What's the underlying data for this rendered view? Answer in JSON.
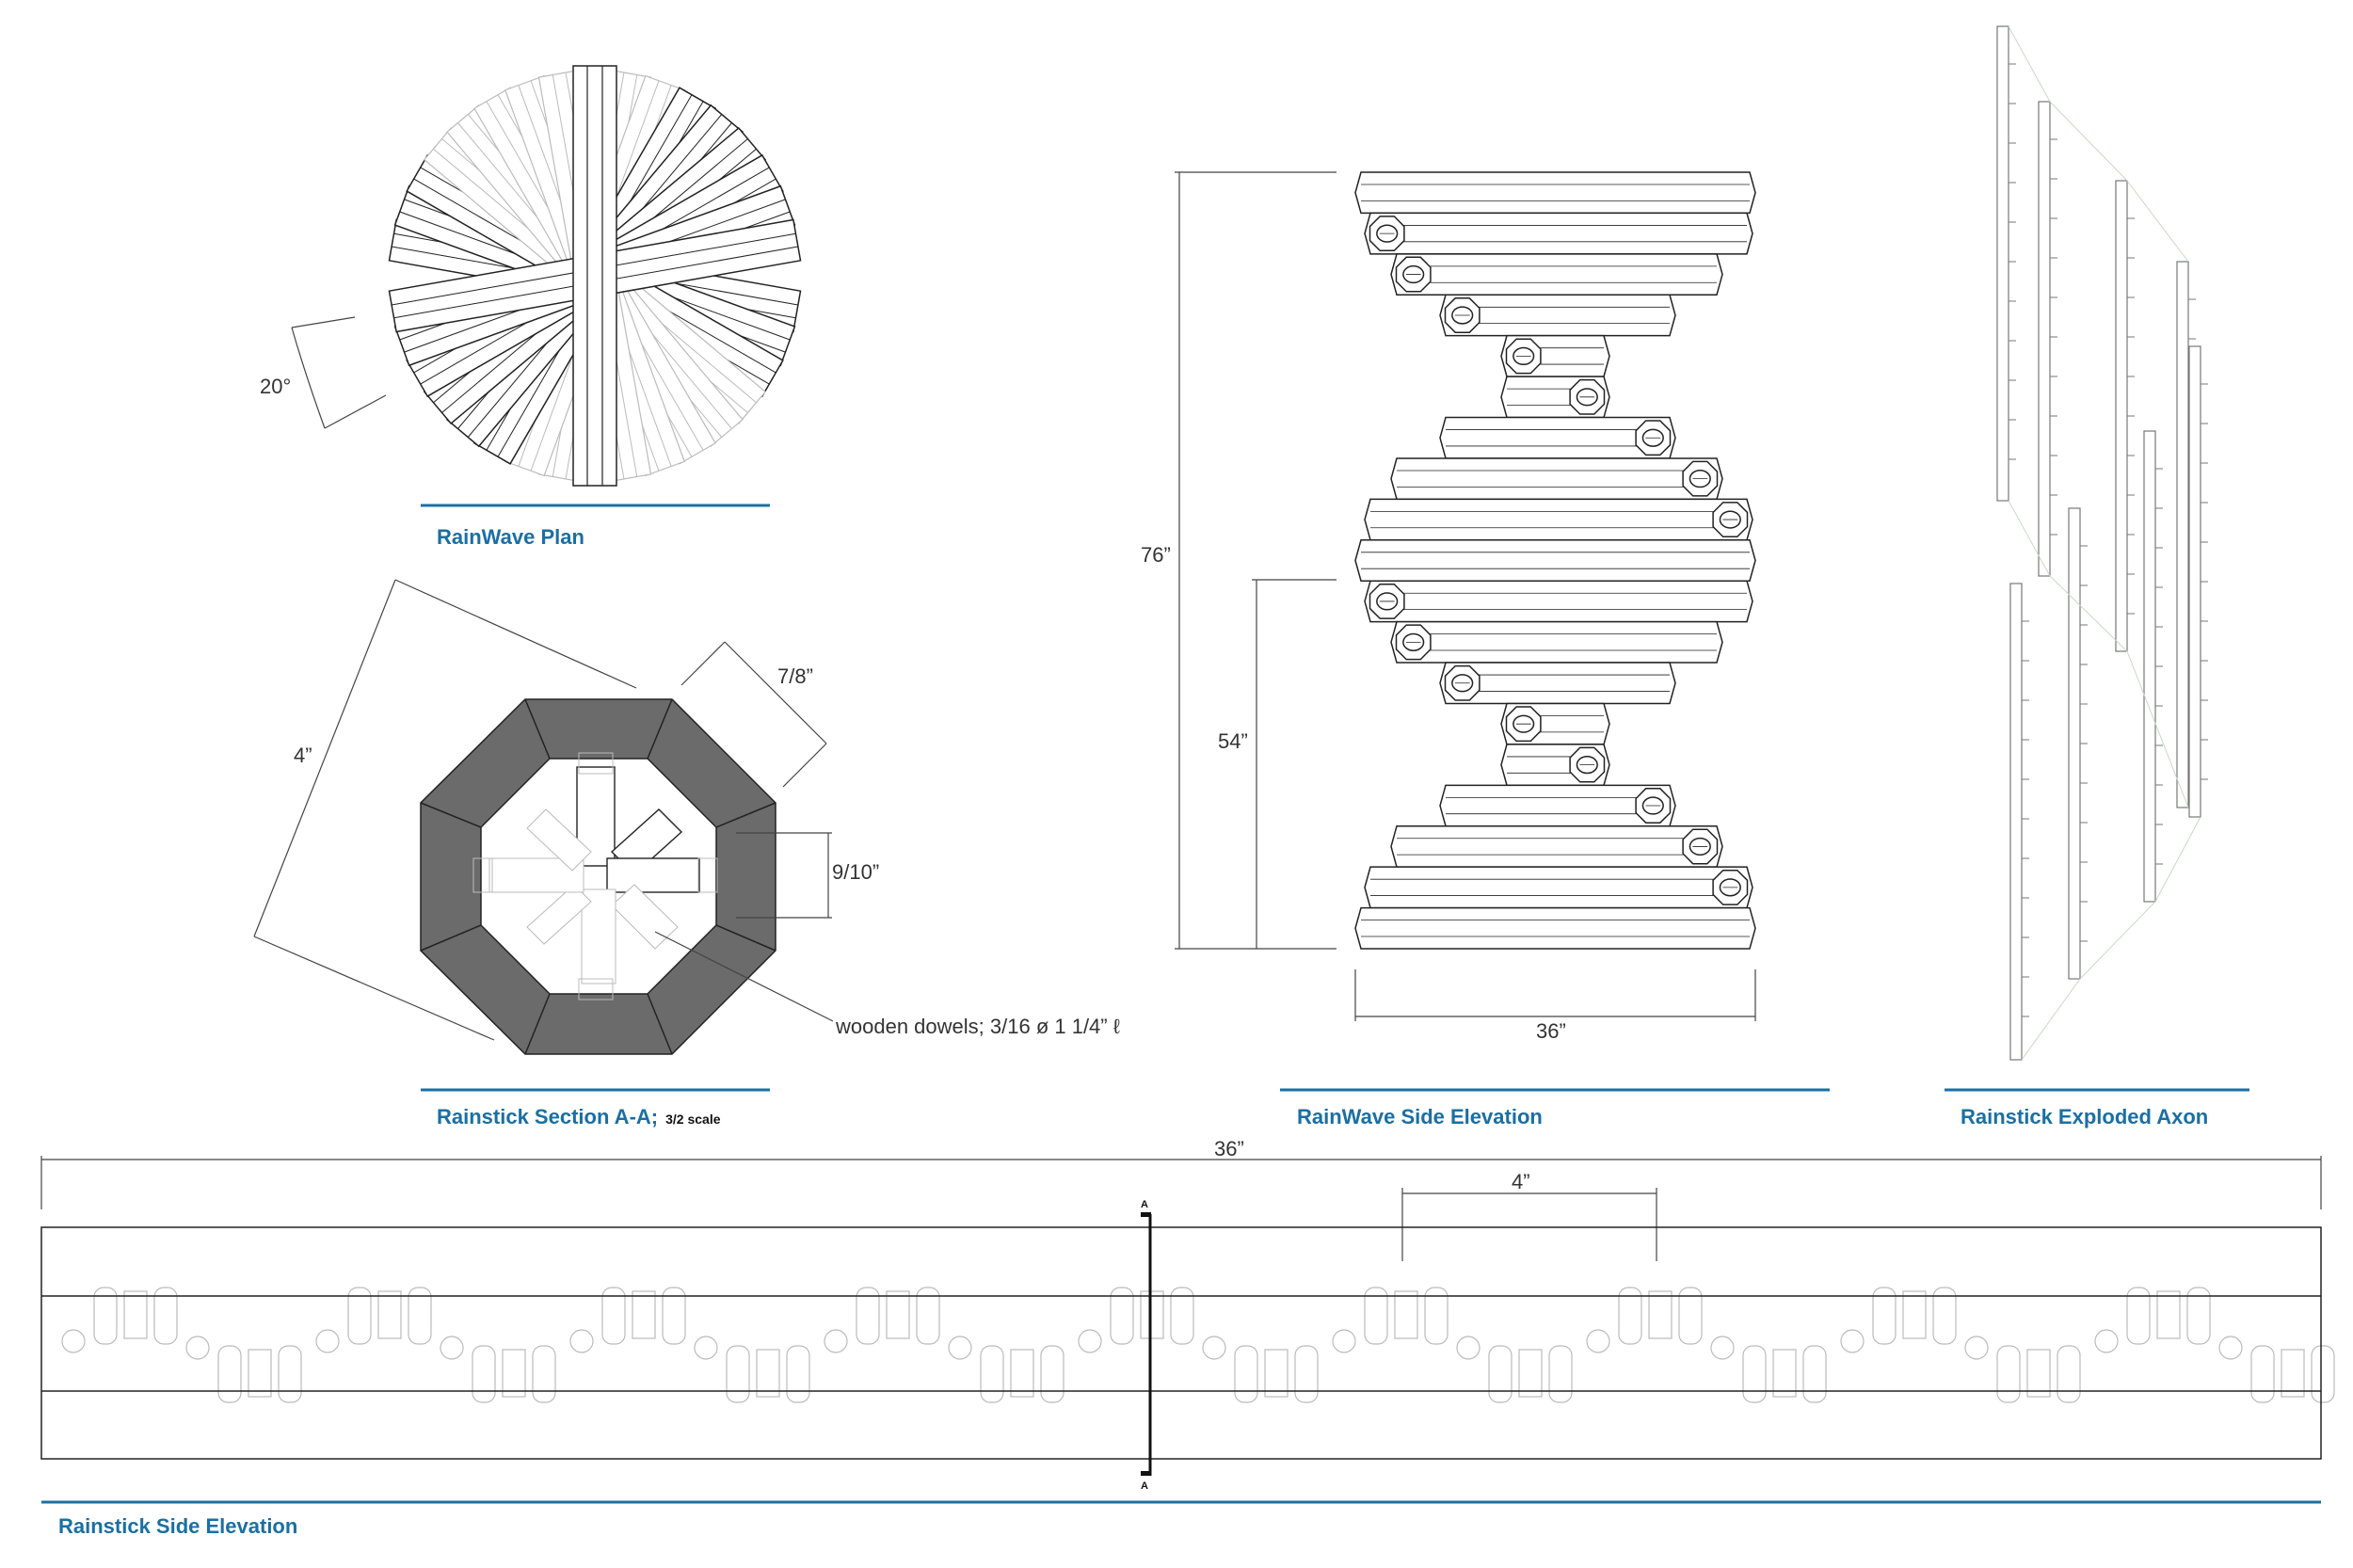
{
  "views": {
    "plan_title": "RainWave Plan",
    "section_title": "Rainstick Section A-A;",
    "section_scale": "3/2 scale",
    "side_elev_title": "RainWave Side Elevation",
    "axon_title": "Rainstick Exploded Axon",
    "stick_elev_title": "Rainstick Side Elevation"
  },
  "dimensions": {
    "plan_angle": "20°",
    "section_width": "4”",
    "section_face": "7/8”",
    "section_depth": "9/10”",
    "dowel_note": "wooden dowels; 3/16 ø   1 1/4” ℓ",
    "elev_height_total": "76”",
    "elev_height_partial": "54”",
    "elev_width": "36”",
    "stick_length": "36”",
    "stick_spacing": "4”",
    "section_marker_top": "A",
    "section_marker_bottom": "A"
  },
  "colors": {
    "accent": "#1a6fa3",
    "section_fill": "#6b6b6b"
  }
}
